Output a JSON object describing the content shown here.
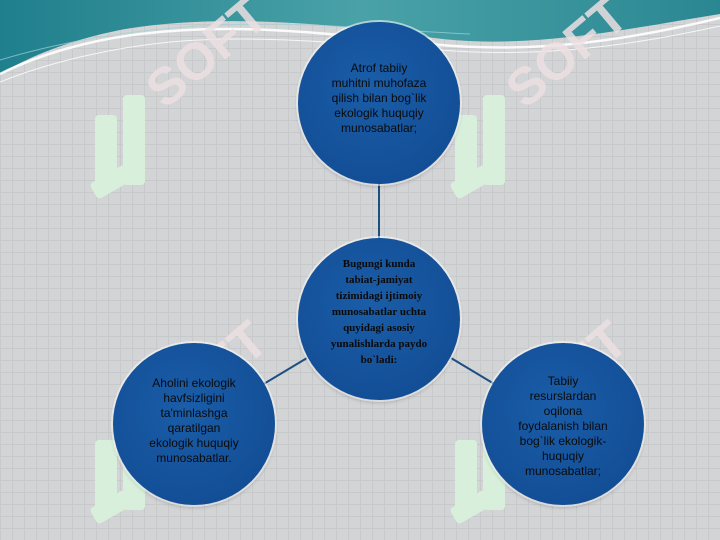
{
  "diagram": {
    "center_text": "Bugungi  kunda\n tabiat-jamiyat\n tizimidagi ijtimoiy\nmunosabatlar uchta\n quyidagi  asosiy\n yunalishlarda paydo\n bo`ladi:",
    "top_text": "Atrof tabiiy\nmuhitni muhofaza\nqilish bilan bog`lik\nekologik  huquqiy\n munosabatlar;",
    "left_text": "Aholini ekologik\n havfsizligini\nta'minlashga\n qaratilgan\nekologik  huquqiy\n munosabatlar.",
    "right_text": "Tabiiy\nresurslardan\n oqilona\nfoydalanish  bilan\nbog`lik  ekologik-\nhuquqiy\nmunosabatlar;"
  },
  "watermark": {
    "text": "SOFT"
  },
  "colors": {
    "node_fill": "#134f97",
    "connector": "#1d4f80",
    "background": "#d3d4d6",
    "header_teal": "#2f8a94",
    "watermark_green": "#d8f2dc"
  }
}
